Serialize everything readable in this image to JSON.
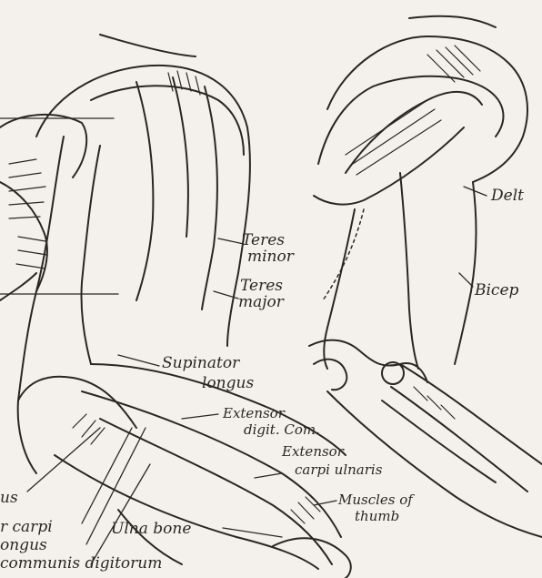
{
  "labels": {
    "teres_minor_1": "Teres",
    "teres_minor_2": "minor",
    "teres_major_1": "Teres",
    "teres_major_2": "major",
    "supinator_1": "Supinator",
    "supinator_2": "longus",
    "extensor_dc_1": "Extensor",
    "extensor_dc_2": "digit. Com.",
    "extensor_cu_1": "Extensor",
    "extensor_cu_2": "carpi ulnaris",
    "thumb_1": "Muscles of",
    "thumb_2": "thumb",
    "ulna": "Ulna bone",
    "deltoid_partial": "Delt",
    "biceps_partial": "Bicep",
    "left_1": "us",
    "left_2": "r carpi",
    "left_3": "ongus",
    "left_4": "communis digitorum"
  }
}
